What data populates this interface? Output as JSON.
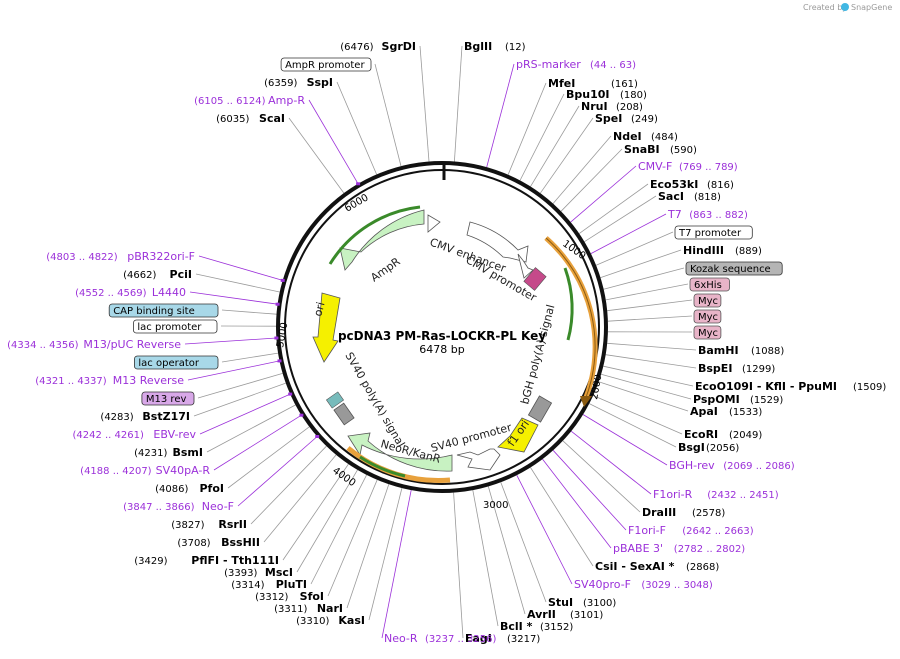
{
  "credit": "Created by",
  "brand": "SnapGene",
  "plasmid": {
    "name": "pcDNA3 PM-Ras-LOCKR-PL Key",
    "size": "6478 bp"
  },
  "ticks": [
    "1000",
    "2000",
    "3000",
    "4000",
    "5000",
    "6000"
  ],
  "inner_labels": [
    "CMV enhancer",
    "CMV promoter",
    "bGH poly(A) signal",
    "f1 ori",
    "SV40 promoter",
    "NeoR/KanR",
    "SV40 poly(A) signal",
    "ori",
    "AmpR"
  ],
  "right_labels": [
    {
      "name": "BglII",
      "pos": "(12)"
    },
    {
      "name": "pRS-marker",
      "pos": "(44 .. 63)"
    },
    {
      "name": "MfeI",
      "pos": "(161)"
    },
    {
      "name": "Bpu10I",
      "pos": "(180)"
    },
    {
      "name": "NruI",
      "pos": "(208)"
    },
    {
      "name": "SpeI",
      "pos": "(249)"
    },
    {
      "name": "NdeI",
      "pos": "(484)"
    },
    {
      "name": "SnaBI",
      "pos": "(590)"
    },
    {
      "name": "CMV-F",
      "pos": "(769 .. 789)"
    },
    {
      "name": "Eco53kI",
      "pos": "(816)"
    },
    {
      "name": "SacI",
      "pos": "(818)"
    },
    {
      "name": "T7",
      "pos": "(863 .. 882)"
    },
    {
      "name": "T7 promoter",
      "pos": ""
    },
    {
      "name": "HindIII",
      "pos": "(889)"
    },
    {
      "name": "Kozak sequence",
      "pos": ""
    },
    {
      "name": "6xHis",
      "pos": ""
    },
    {
      "name": "Myc",
      "pos": ""
    },
    {
      "name": "Myc",
      "pos": ""
    },
    {
      "name": "Myc",
      "pos": ""
    },
    {
      "name": "BamHI",
      "pos": "(1088)"
    },
    {
      "name": "BspEI",
      "pos": "(1299)"
    },
    {
      "name": "EcoO109I - KflI - PpuMI",
      "pos": "(1509)"
    },
    {
      "name": "PspOMI",
      "pos": "(1529)"
    },
    {
      "name": "ApaI",
      "pos": "(1533)"
    },
    {
      "name": "EcoRI",
      "pos": "(2049)"
    },
    {
      "name": "BsgI",
      "pos": "(2056)"
    },
    {
      "name": "BGH-rev",
      "pos": "(2069 .. 2086)"
    },
    {
      "name": "F1ori-R",
      "pos": "(2432 .. 2451)"
    },
    {
      "name": "DraIII",
      "pos": "(2578)"
    },
    {
      "name": "F1ori-F",
      "pos": "(2642 .. 2663)"
    },
    {
      "name": "pBABE 3'",
      "pos": "(2782 .. 2802)"
    },
    {
      "name": "CsiI - SexAI *",
      "pos": "(2868)"
    },
    {
      "name": "SV40pro-F",
      "pos": "(3029 .. 3048)"
    },
    {
      "name": "StuI",
      "pos": "(3100)"
    },
    {
      "name": "AvrII",
      "pos": "(3101)"
    },
    {
      "name": "BclI *",
      "pos": "(3152)"
    },
    {
      "name": "EagI",
      "pos": "(3217)"
    },
    {
      "name": "Neo-R",
      "pos": "(3237 .. 3256)"
    }
  ],
  "left_labels": [
    {
      "name": "SgrDI",
      "pos": "(6476)"
    },
    {
      "name": "AmpR promoter",
      "pos": ""
    },
    {
      "name": "SspI",
      "pos": "(6359)"
    },
    {
      "name": "Amp-R",
      "pos": "(6105 .. 6124)"
    },
    {
      "name": "ScaI",
      "pos": "(6035)"
    },
    {
      "name": "pBR322ori-F",
      "pos": "(4803 .. 4822)"
    },
    {
      "name": "PciI",
      "pos": "(4662)"
    },
    {
      "name": "L4440",
      "pos": "(4552 .. 4569)"
    },
    {
      "name": "CAP binding site",
      "pos": ""
    },
    {
      "name": "lac promoter",
      "pos": ""
    },
    {
      "name": "M13/pUC Reverse",
      "pos": "(4334 .. 4356)"
    },
    {
      "name": "lac operator",
      "pos": ""
    },
    {
      "name": "M13 Reverse",
      "pos": "(4321 .. 4337)"
    },
    {
      "name": "M13 rev",
      "pos": ""
    },
    {
      "name": "BstZ17I",
      "pos": "(4283)"
    },
    {
      "name": "EBV-rev",
      "pos": "(4242 .. 4261)"
    },
    {
      "name": "BsmI",
      "pos": "(4231)"
    },
    {
      "name": "SV40pA-R",
      "pos": "(4188 .. 4207)"
    },
    {
      "name": "PfoI",
      "pos": "(4086)"
    },
    {
      "name": "Neo-F",
      "pos": "(3847 .. 3866)"
    },
    {
      "name": "RsrII",
      "pos": "(3827)"
    },
    {
      "name": "BssHII",
      "pos": "(3708)"
    },
    {
      "name": "PflFI - Tth111I",
      "pos": "(3429)"
    },
    {
      "name": "MscI",
      "pos": "(3393)"
    },
    {
      "name": "PluTI",
      "pos": "(3314)"
    },
    {
      "name": "SfoI",
      "pos": "(3312)"
    },
    {
      "name": "NarI",
      "pos": "(3311)"
    },
    {
      "name": "KasI",
      "pos": "(3310)"
    }
  ],
  "colors": {
    "primer": "#9b30d9",
    "feature_green": "#c8f2c2",
    "yellow": "#f5f000",
    "ring": "#111111",
    "orange": "#e8a13c"
  }
}
